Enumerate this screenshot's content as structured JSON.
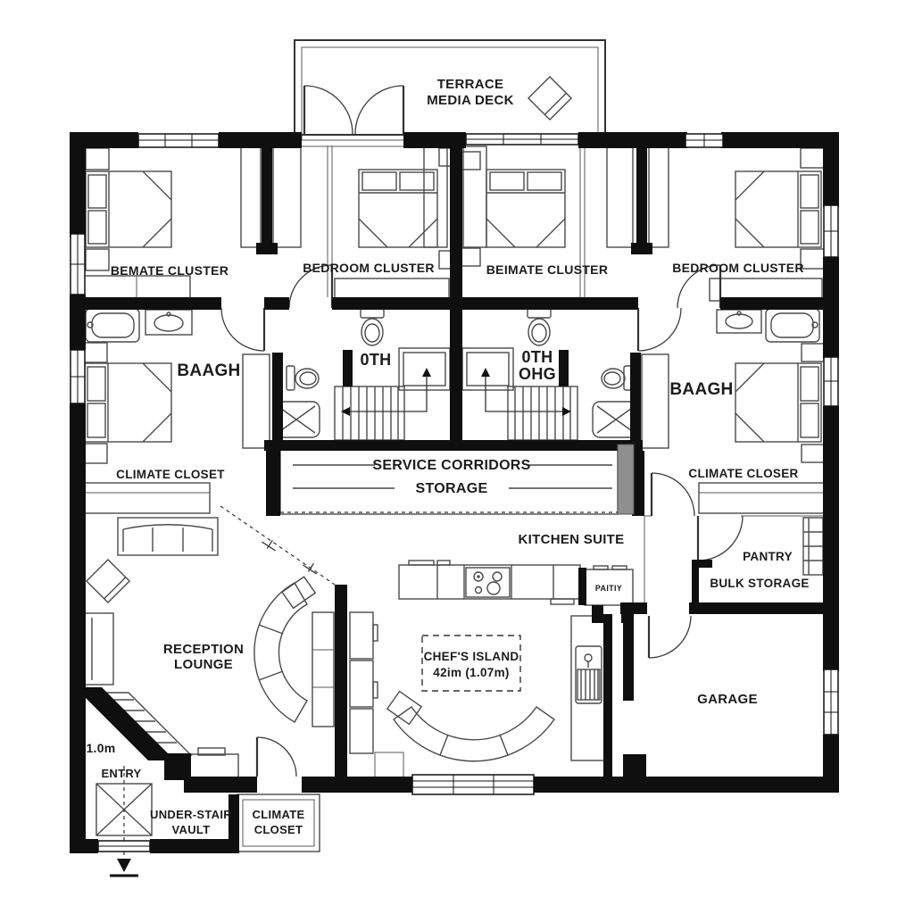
{
  "floorplan": {
    "terrace": {
      "line1": "TERRACE",
      "line2": "MEDIA DECK"
    },
    "upper_rooms": {
      "far_left_bedroom": "BEMATE CLUSTER",
      "mid_left_bedroom": "BEDROOM CLUSTER",
      "mid_right_bedroom": "BEIMATE CLUSTER",
      "far_right_bedroom": "BEDROOM CLUSTER",
      "left_bath": "BAAGH",
      "right_bath": "BAAGH",
      "left_stair": "0TH",
      "right_stair_line1": "0TH",
      "right_stair_line2": "OHG",
      "left_closet": "CLIMATE CLOSET",
      "right_closet": "CLIMATE CLOSER"
    },
    "corridor": {
      "line1": "SERVICE CORRIDORS",
      "line2": "STORAGE"
    },
    "lower_rooms": {
      "reception_line1": "RECEPTION",
      "reception_line2": "LOUNGE",
      "kitchen": "KITCHEN SUITE",
      "pantry_unit": "PAITIY",
      "island_line1": "CHEF'S ISLAND",
      "island_line2": "42im (1.07m)",
      "pantry": "PANTRY",
      "bulk_storage": "BULK STORAGE",
      "garage": "GARAGE"
    },
    "entry_zone": {
      "stair_width": "1.0m",
      "entry": "ENTRY",
      "vault_line1": "UNDER-STAIR",
      "vault_line2": "VAULT",
      "closet_line1": "CLIMATE",
      "closet_line2": "CLOSET"
    },
    "colors": {
      "wall": "#0f0f0f",
      "pillar": "#8f8f8f",
      "linework": "#4a4a4a"
    }
  }
}
